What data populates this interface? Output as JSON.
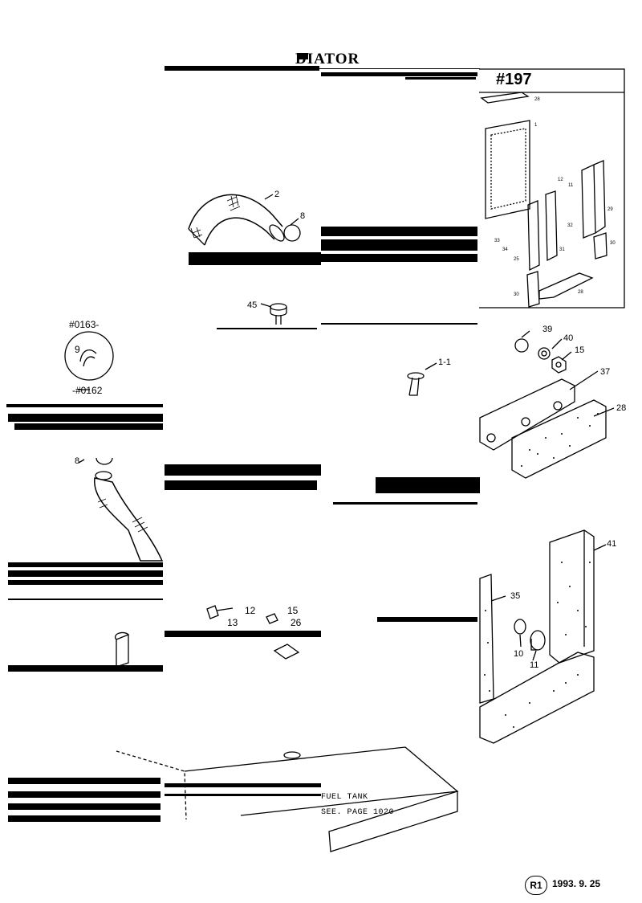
{
  "header": {
    "title": "DIATOR",
    "model": "#197"
  },
  "inset": {
    "serial_from": "#0163-",
    "serial_to": "-#0162",
    "part": "9"
  },
  "fuel_tank_note": {
    "line1": "FUEL TANK",
    "line2": "SEE. PAGE 1020"
  },
  "footer": {
    "revision": "R1",
    "date": "1993. 9. 25"
  },
  "callouts_large": [
    "2",
    "8",
    "45",
    "8",
    "1-1",
    "39",
    "40",
    "15",
    "37",
    "28",
    "41",
    "35",
    "10",
    "11"
  ],
  "callouts_small": [
    "28",
    "1",
    "12",
    "11",
    "32",
    "29",
    "31",
    "33",
    "34",
    "25",
    "30",
    "28",
    "30"
  ],
  "callouts_misc": [
    "12",
    "13",
    "15",
    "26"
  ]
}
